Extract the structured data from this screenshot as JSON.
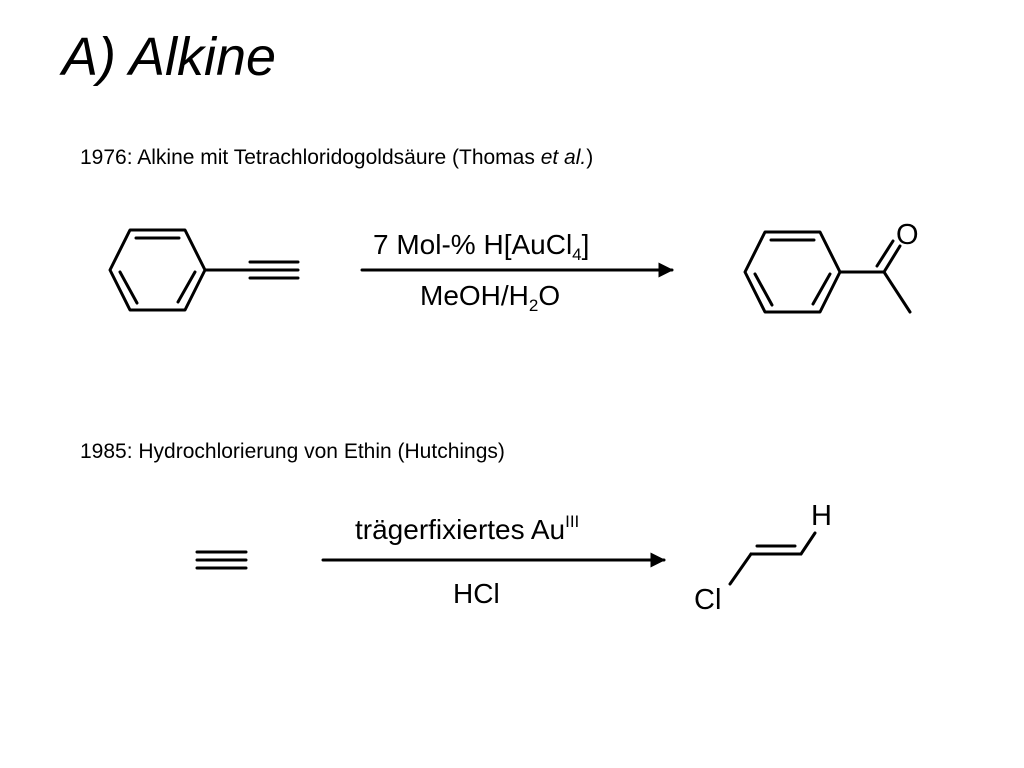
{
  "slide": {
    "title": "A) Alkine"
  },
  "reaction_1": {
    "caption": {
      "prefix": "1976: Alkine mit Tetrachloridogoldsäure (Thomas ",
      "italic": "et al.",
      "suffix": ")"
    },
    "conditions_above": {
      "text": "7 Mol-% H[AuCl",
      "sub": "4",
      "tail": "]"
    },
    "conditions_below": {
      "text": "MeOH/H",
      "sub": "2",
      "tail": "O"
    },
    "product_atom_o": "O"
  },
  "reaction_2": {
    "caption": "1985: Hydrochlorierung von Ethin (Hutchings)",
    "conditions_above": {
      "text": "trägerfixiertes Au",
      "sup": "III"
    },
    "conditions_below": "HCl",
    "product_atom_h": "H",
    "product_atom_cl": "Cl"
  },
  "colors": {
    "ink": "#000000",
    "background": "#ffffff"
  }
}
